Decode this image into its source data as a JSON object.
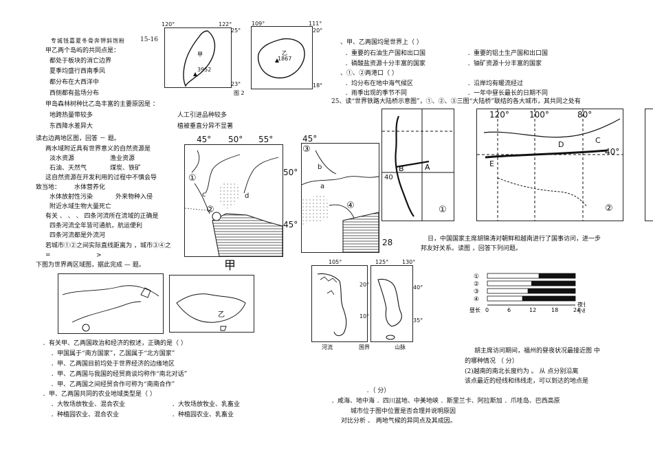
{
  "left": {
    "header_garbled": "专城钱嘉夏冬骨奔钾斜饱粉",
    "header_num": "15-16",
    "lines": [
      "甲乙两个岛屿的共同点是：",
      "都处于板块的消亡边界",
      "夏季均盛行西南季风",
      "都分布在大西洋中",
      "西侧都有盐场分布",
      "甲岛森林树种比乙岛丰富的主要原因是 ：",
      "地跨热量带较多",
      "东西降水差异大"
    ],
    "right_options": [
      "人工引进品种较多",
      "植被垂直分异不显著"
    ],
    "q_map": "读右边两地区图，回答  －  题。",
    "q_block": [
      "两水域附近具有世界意义的自然资源是",
      "淡水资源",
      "石油、天然气",
      "这自然资源在开发利用的过程中不慎会导",
      "致当地：",
      "水体放射性污染",
      "附近水域生物大量死亡",
      "有关 、 、 、 四条河流所在流域的正确是",
      "四条河流全年皆可通航，航运便利",
      "四条河流都是外流河",
      "若城市①②之间实际直线距离为  ，城市③④之",
      "="
    ],
    "q_block_right": [
      "渔业资源",
      "煤炭、铁矿",
      "水体营养化",
      "外来物种入侵"
    ],
    "map_caption_jia": "甲",
    "q_world": "下图为世界两区域图，据此完成   —   题。",
    "q_bottom": [
      "．有关甲、乙两国政治和经济的叙述，正确的是（   ）",
      "．甲国属于“南方国家”，乙国属于“北方国家”",
      "．甲、乙两国目前均处于世界经济的边缘地区",
      "．甲、乙两国与我国的经贸商谈均称作“南北对话”",
      "．甲、乙两国之间经贸合作可称为“南南合作”",
      "．甲、乙两国共同的农业地域类型是（   ）",
      "．大牧场放牧业、混合农业",
      "．种植园农业、混合农业"
    ],
    "q_bottom_right": [
      "．大牧场放牧业、乳畜业",
      "．种植园农业、乳畜业"
    ]
  },
  "island_maps": {
    "jia_lon": [
      "120°",
      "122°"
    ],
    "jia_lat": [
      "25°",
      "23°"
    ],
    "jia_peak": "3952",
    "jia_name": "甲",
    "yi_lon": [
      "109°",
      "111°"
    ],
    "yi_lat": [
      "20°",
      "18°"
    ],
    "yi_peak": "1867",
    "yi_name": "乙",
    "fig": "图 2"
  },
  "river_map": {
    "lon": [
      "45°",
      "50°",
      "55°"
    ],
    "lat": [
      "50°",
      "45°"
    ],
    "right_lon": "45°",
    "right_lat": "28",
    "labels": [
      "①",
      "②",
      "c",
      "d",
      "a",
      "b",
      "④"
    ]
  },
  "right": {
    "lines": [
      "、甲、乙两国均是世界上（   ）",
      "．重要的石油生产国和出口国",
      "．磷酸盐资源十分丰富的国家",
      "、①、②两港口（   ）",
      "．均分布在地中海气候区",
      "．雨季出现的季节不同"
    ],
    "opts_right": [
      "．重要的铝土生产国和出口国",
      "．铀矿资源十分丰富的国家",
      "．沿岸均有暖流经过",
      "．一年中昼长最长的日期不同"
    ],
    "q25": "25、读“世界铁路大陆桥示意图”，①、②、③三图“大陆桥”联结的各大城市，其共同之处有",
    "map1_lat": "40",
    "map2_lon": [
      "120°",
      "100°",
      "80°"
    ],
    "map2_lat": "40°",
    "map2_letters": [
      "D",
      "C",
      "E"
    ],
    "map_nums": [
      "①",
      "②"
    ],
    "intro": [
      "日，中国国家主席胡锦涛对朝鲜和越南进行了国事访问，进一步",
      "邦友好关系。读图  ，回答下列问题。"
    ],
    "map_viet_lon": [
      "105°",
      "125°",
      "130°"
    ],
    "map_viet_lat": [
      "20°",
      "10°",
      "40°",
      "35°"
    ],
    "legend": [
      "河流",
      "国界",
      "山脉"
    ],
    "bar_labels": [
      "①",
      "②",
      "③",
      "④"
    ],
    "bar_axis": [
      "0",
      "6",
      "12",
      "18",
      "24"
    ],
    "bar_axis_l": "昼长",
    "bar_axis_r": "夜长\n小时",
    "q_text": [
      "胡主席访问期间，福州的昼夜状况最接近图    中",
      "的哪种情况                   （ 分）",
      "(2)越南的南北长度约为           。 从   点分别沿离",
      "该点最近的经线和纬线走，可以到达的地点是",
      "．（ 分）",
      "．咸海、地中海      ．四川盆地、中美地峡      ．斯里兰卡、阿拉斯加      ．爪哇岛、巴西高原",
      "城市位于图中位置是否合理并说明原因",
      "对比分析  、  两地气候的异同点及其成因。"
    ]
  },
  "colors": {
    "ink": "#111111",
    "bar_dark": "#111111",
    "bar_light": "#ffffff"
  }
}
